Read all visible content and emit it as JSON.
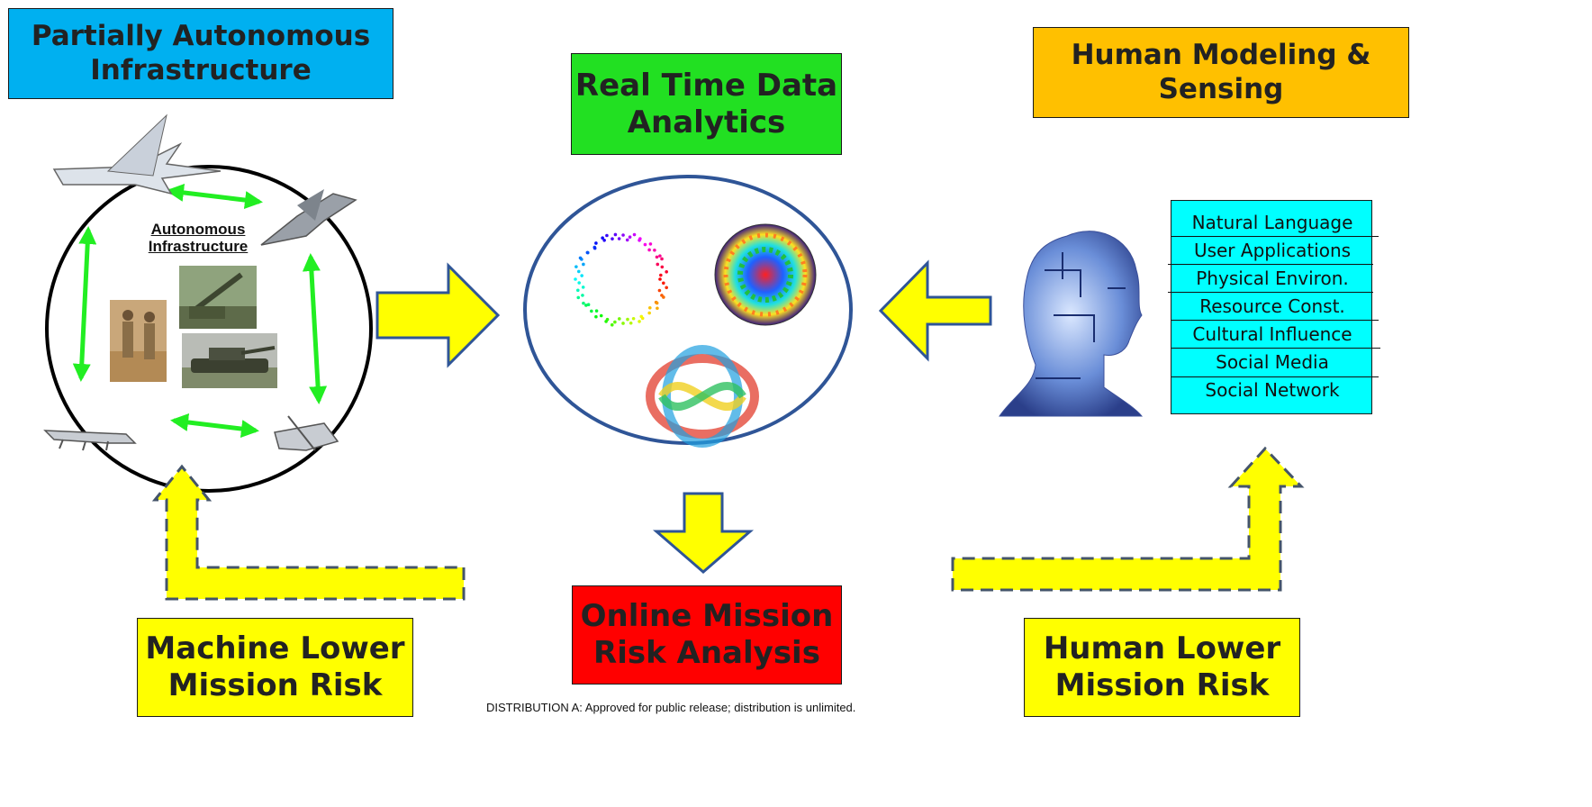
{
  "titles": {
    "autonomous": [
      "Partially Autonomous",
      "Infrastructure"
    ],
    "analytics": [
      "Real Time Data",
      "Analytics"
    ],
    "human_modeling": [
      "Human Modeling &",
      "Sensing"
    ]
  },
  "autonomous_label": [
    "Autonomous",
    "Infrastructure"
  ],
  "factors": [
    "Natural Language",
    "User Applications",
    "Physical Environ.",
    "Resource Const.",
    "Cultural Influence",
    "Social Media",
    "Social Network"
  ],
  "outcomes": {
    "online": [
      "Online Mission",
      "Risk Analysis"
    ],
    "machine": [
      "Machine Lower",
      "Mission Risk"
    ],
    "human": [
      "Human Lower",
      "Mission Risk"
    ]
  },
  "footer": "DISTRIBUTION A:  Approved for public release; distribution is unlimited.",
  "colors": {
    "autonomous_box": "#00b0f0",
    "analytics_box": "#22e022",
    "human_box": "#ffc000",
    "online_box": "#ff0000",
    "risk_box": "#ffff00",
    "factor_list": "#00ffff",
    "green_arrow": "#22ee22",
    "yellow_arrow": "#ffff00"
  }
}
